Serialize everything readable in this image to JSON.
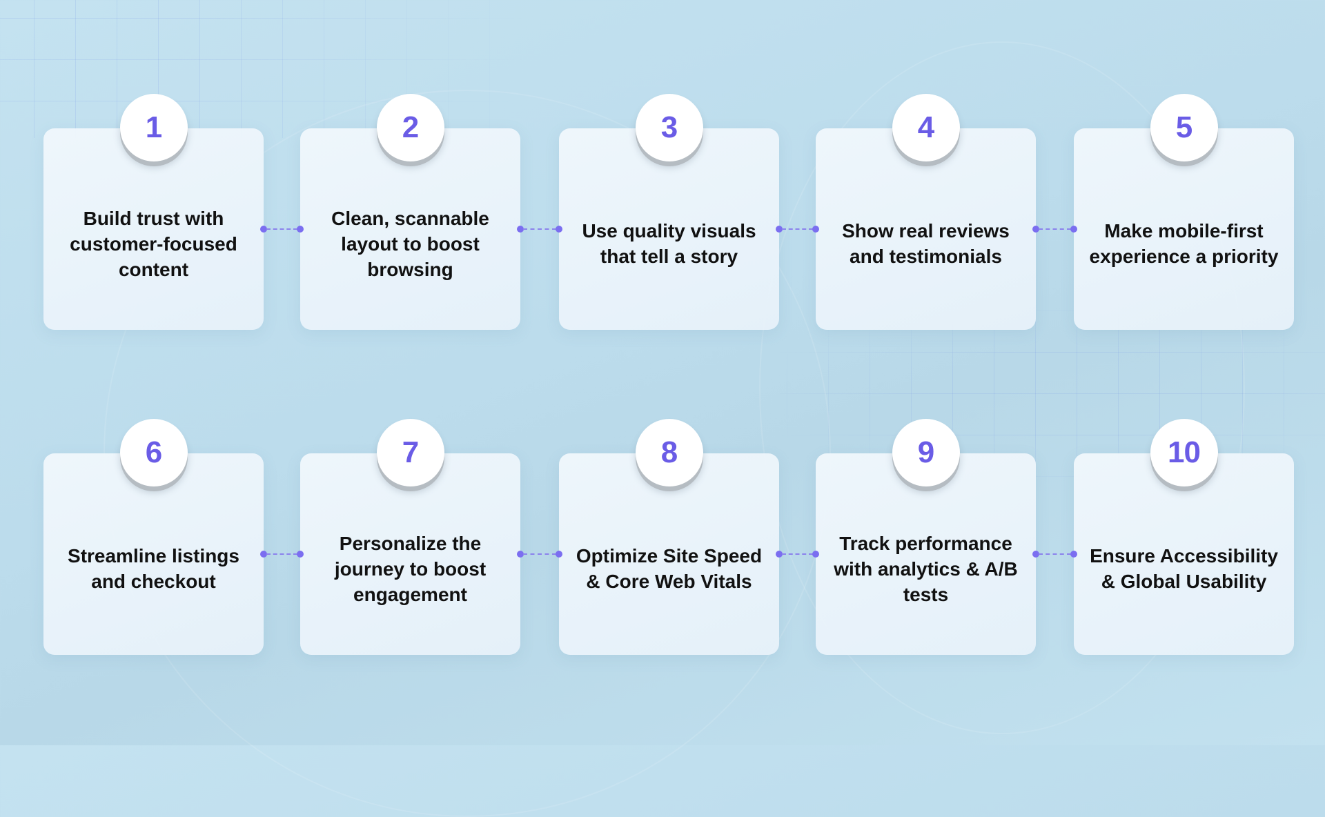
{
  "diagram": {
    "colors": {
      "background": "#c2e0ee",
      "card": "#ebf4fa",
      "badge": "#ffffff",
      "number": "#6a5ce6",
      "connector": "#7b6ef0",
      "text": "#111111"
    },
    "steps": [
      {
        "number": "1",
        "text": "Build trust with customer-focused content"
      },
      {
        "number": "2",
        "text": "Clean, scannable layout to boost browsing"
      },
      {
        "number": "3",
        "text": "Use quality visuals that tell a story"
      },
      {
        "number": "4",
        "text": "Show real reviews and testimonials"
      },
      {
        "number": "5",
        "text": "Make mobile-first experience a priority"
      },
      {
        "number": "6",
        "text": "Streamline listings and checkout"
      },
      {
        "number": "7",
        "text": "Personalize the journey to boost engagement"
      },
      {
        "number": "8",
        "text": "Optimize Site Speed & Core Web Vitals"
      },
      {
        "number": "9",
        "text": "Track performance with analytics & A/B tests"
      },
      {
        "number": "10",
        "text": "Ensure Accessibility & Global Usability"
      }
    ]
  }
}
